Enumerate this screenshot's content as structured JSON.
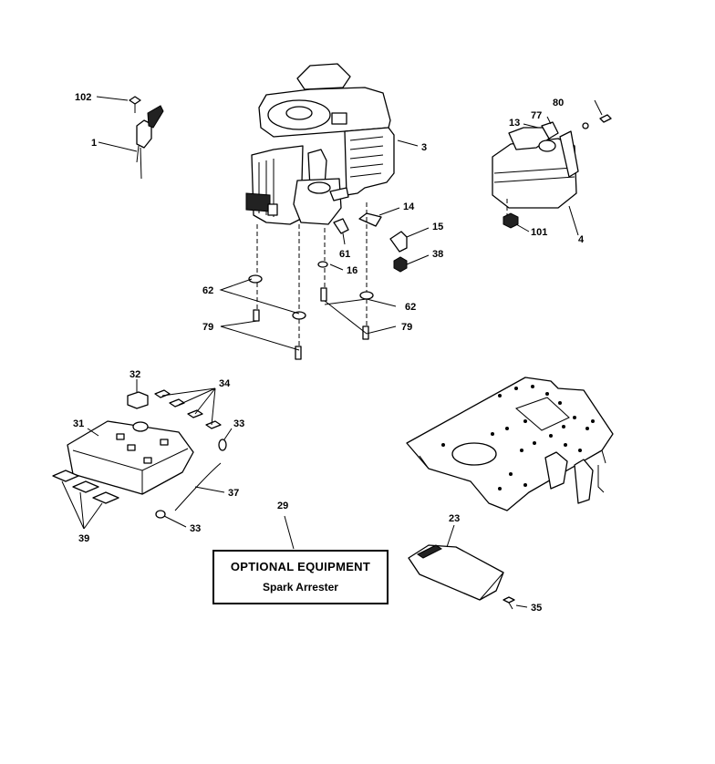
{
  "optional_equipment": {
    "title": "OPTIONAL EQUIPMENT",
    "item": "Spark Arrester"
  },
  "callouts": {
    "c102": "102",
    "c1": "1",
    "c3": "3",
    "c80": "80",
    "c77": "77",
    "c13": "13",
    "c14": "14",
    "c15": "15",
    "c38": "38",
    "c61": "61",
    "c16": "16",
    "c101": "101",
    "c4": "4",
    "c62a": "62",
    "c62b": "62",
    "c79a": "79",
    "c79b": "79",
    "c32": "32",
    "c34": "34",
    "c31": "31",
    "c33a": "33",
    "c33b": "33",
    "c37": "37",
    "c39": "39",
    "c29": "29",
    "c23": "23",
    "c35": "35"
  }
}
